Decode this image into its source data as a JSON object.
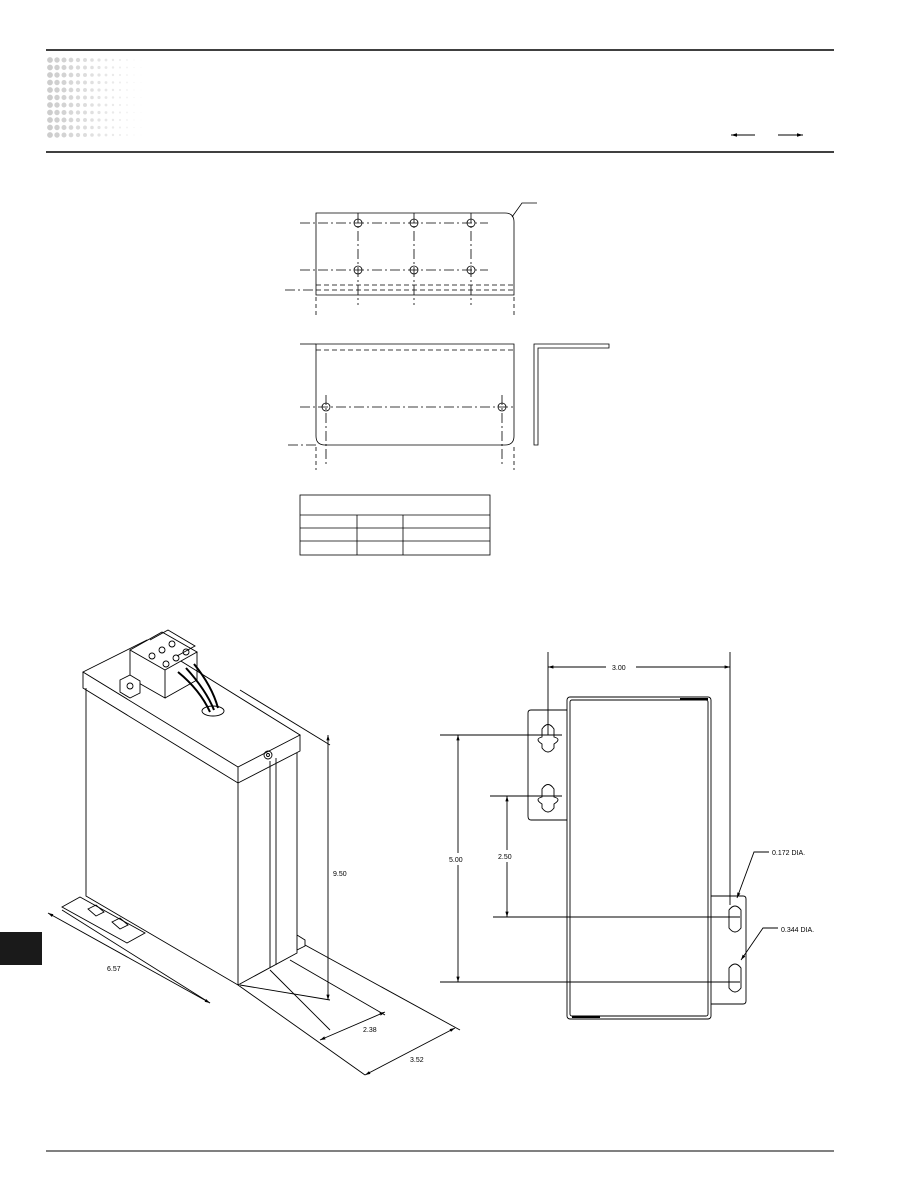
{
  "header": {
    "nav_arrows": [
      "arrow-left-icon",
      "arrow-right-icon"
    ]
  },
  "side_tab": {
    "color": "#1a1a1a"
  },
  "drawing": {
    "dimensions": {
      "width_top": "3.00",
      "height_total": "5.00",
      "slot_spacing": "2.50",
      "small_hole": "0.172 DIA.",
      "large_hole": "0.344 DIA.",
      "enclosure_height": "9.50",
      "enclosure_length": "6.57",
      "enclosure_depth_a": "2.38",
      "enclosure_depth_b": "3.52"
    }
  }
}
